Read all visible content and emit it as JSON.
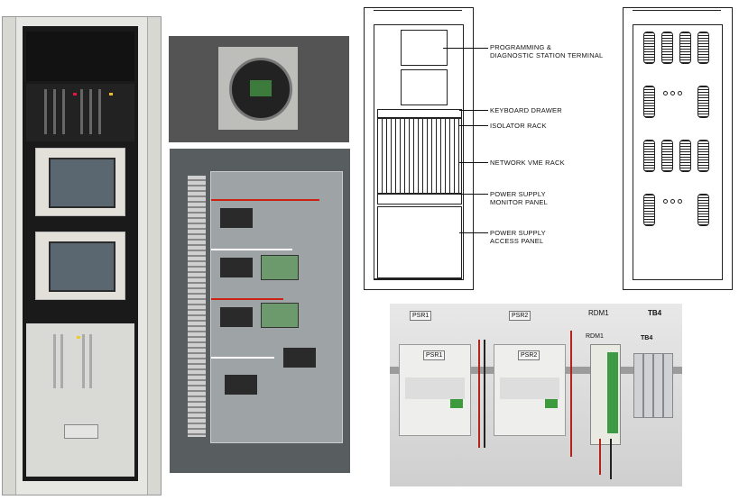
{
  "drawing_front": {
    "callouts": [
      {
        "id": "programming",
        "text": "PROGRAMMING &\nDIAGNOSTIC STATION TERMINAL"
      },
      {
        "id": "keyboard",
        "text": "KEYBOARD DRAWER"
      },
      {
        "id": "isolator",
        "text": "ISOLATOR RACK"
      },
      {
        "id": "network",
        "text": "NETWORK VME RACK"
      },
      {
        "id": "psmonitor",
        "text": "POWER SUPPLY\nMONITOR PANEL"
      },
      {
        "id": "psaccess",
        "text": "POWER SUPPLY\nACCESS PANEL"
      }
    ]
  },
  "power_photo": {
    "labels": {
      "psr1_top": "PSR1",
      "psr2_top": "PSR2",
      "rdm1_top": "RDM1",
      "tb4_top": "TB4",
      "psr1_unit": "PSR1",
      "psr2_unit": "PSR2",
      "rdm1_unit": "RDM1",
      "tb4_unit": "TB4"
    }
  },
  "colors": {
    "drawing_line": "#222222",
    "relay_green": "#3e9a44",
    "wire_red": "#b3231b"
  }
}
